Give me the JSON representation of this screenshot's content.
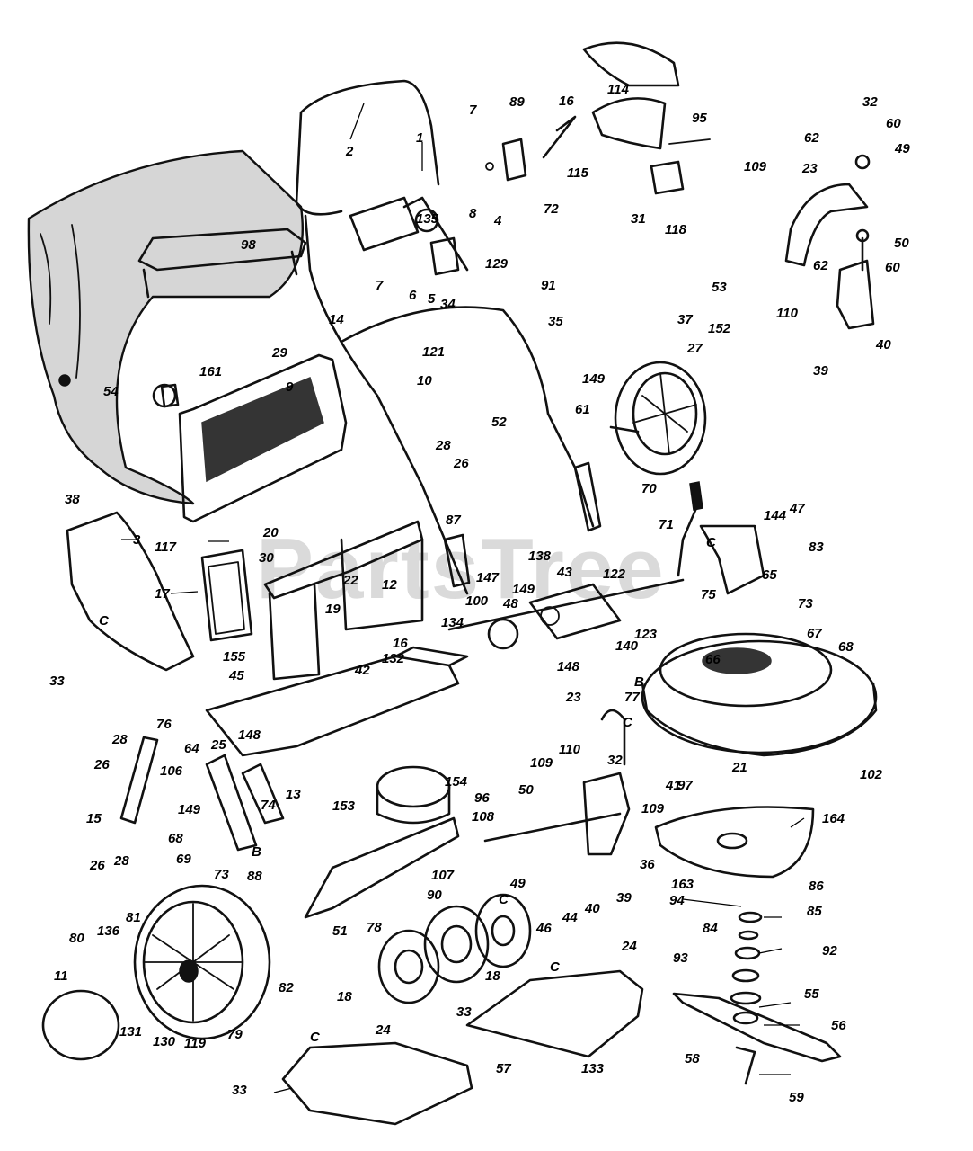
{
  "watermark": "PartsTree",
  "callouts": [
    {
      "id": "p1",
      "text": "1"
    },
    {
      "id": "p2",
      "text": "2"
    },
    {
      "id": "p3",
      "text": "3"
    },
    {
      "id": "p4",
      "text": "4"
    },
    {
      "id": "p5",
      "text": "5"
    },
    {
      "id": "p6",
      "text": "6"
    },
    {
      "id": "p7a",
      "text": "7"
    },
    {
      "id": "p7b",
      "text": "7"
    },
    {
      "id": "p8",
      "text": "8"
    },
    {
      "id": "p9",
      "text": "9"
    },
    {
      "id": "p10",
      "text": "10"
    },
    {
      "id": "p11",
      "text": "11"
    },
    {
      "id": "p12",
      "text": "12"
    },
    {
      "id": "p13",
      "text": "13"
    },
    {
      "id": "p14",
      "text": "14"
    },
    {
      "id": "p15",
      "text": "15"
    },
    {
      "id": "p16a",
      "text": "16"
    },
    {
      "id": "p16b",
      "text": "16"
    },
    {
      "id": "p17",
      "text": "17"
    },
    {
      "id": "p18a",
      "text": "18"
    },
    {
      "id": "p18b",
      "text": "18"
    },
    {
      "id": "p19",
      "text": "19"
    },
    {
      "id": "p20",
      "text": "20"
    },
    {
      "id": "p21",
      "text": "21"
    },
    {
      "id": "p22",
      "text": "22"
    },
    {
      "id": "p23a",
      "text": "23"
    },
    {
      "id": "p23b",
      "text": "23"
    },
    {
      "id": "p24a",
      "text": "24"
    },
    {
      "id": "p24b",
      "text": "24"
    },
    {
      "id": "p25",
      "text": "25"
    },
    {
      "id": "p26a",
      "text": "26"
    },
    {
      "id": "p26b",
      "text": "26"
    },
    {
      "id": "p26c",
      "text": "26"
    },
    {
      "id": "p27",
      "text": "27"
    },
    {
      "id": "p28a",
      "text": "28"
    },
    {
      "id": "p28b",
      "text": "28"
    },
    {
      "id": "p28c",
      "text": "28"
    },
    {
      "id": "p29",
      "text": "29"
    },
    {
      "id": "p30",
      "text": "30"
    },
    {
      "id": "p31",
      "text": "31"
    },
    {
      "id": "p32a",
      "text": "32"
    },
    {
      "id": "p32b",
      "text": "32"
    },
    {
      "id": "p33a",
      "text": "33"
    },
    {
      "id": "p33b",
      "text": "33"
    },
    {
      "id": "p33c",
      "text": "33"
    },
    {
      "id": "p34",
      "text": "34"
    },
    {
      "id": "p35",
      "text": "35"
    },
    {
      "id": "p36",
      "text": "36"
    },
    {
      "id": "p37",
      "text": "37"
    },
    {
      "id": "p38",
      "text": "38"
    },
    {
      "id": "p39a",
      "text": "39"
    },
    {
      "id": "p39b",
      "text": "39"
    },
    {
      "id": "p40a",
      "text": "40"
    },
    {
      "id": "p40b",
      "text": "40"
    },
    {
      "id": "p41",
      "text": "41"
    },
    {
      "id": "p42",
      "text": "42"
    },
    {
      "id": "p43",
      "text": "43"
    },
    {
      "id": "p44",
      "text": "44"
    },
    {
      "id": "p45",
      "text": "45"
    },
    {
      "id": "p46",
      "text": "46"
    },
    {
      "id": "p47",
      "text": "47"
    },
    {
      "id": "p48",
      "text": "48"
    },
    {
      "id": "p49a",
      "text": "49"
    },
    {
      "id": "p49b",
      "text": "49"
    },
    {
      "id": "p50a",
      "text": "50"
    },
    {
      "id": "p50b",
      "text": "50"
    },
    {
      "id": "p51",
      "text": "51"
    },
    {
      "id": "p52",
      "text": "52"
    },
    {
      "id": "p53",
      "text": "53"
    },
    {
      "id": "p54",
      "text": "54"
    },
    {
      "id": "p55",
      "text": "55"
    },
    {
      "id": "p56",
      "text": "56"
    },
    {
      "id": "p57",
      "text": "57"
    },
    {
      "id": "p58",
      "text": "58"
    },
    {
      "id": "p59",
      "text": "59"
    },
    {
      "id": "p60a",
      "text": "60"
    },
    {
      "id": "p60b",
      "text": "60"
    },
    {
      "id": "p61",
      "text": "61"
    },
    {
      "id": "p62a",
      "text": "62"
    },
    {
      "id": "p62b",
      "text": "62"
    },
    {
      "id": "p64",
      "text": "64"
    },
    {
      "id": "p65",
      "text": "65"
    },
    {
      "id": "p66",
      "text": "66"
    },
    {
      "id": "p67",
      "text": "67"
    },
    {
      "id": "p68a",
      "text": "68"
    },
    {
      "id": "p68b",
      "text": "68"
    },
    {
      "id": "p69",
      "text": "69"
    },
    {
      "id": "p70",
      "text": "70"
    },
    {
      "id": "p71",
      "text": "71"
    },
    {
      "id": "p72",
      "text": "72"
    },
    {
      "id": "p73a",
      "text": "73"
    },
    {
      "id": "p73b",
      "text": "73"
    },
    {
      "id": "p74",
      "text": "74"
    },
    {
      "id": "p75",
      "text": "75"
    },
    {
      "id": "p76",
      "text": "76"
    },
    {
      "id": "p77",
      "text": "77"
    },
    {
      "id": "p78",
      "text": "78"
    },
    {
      "id": "p79",
      "text": "79"
    },
    {
      "id": "p80",
      "text": "80"
    },
    {
      "id": "p81",
      "text": "81"
    },
    {
      "id": "p82",
      "text": "82"
    },
    {
      "id": "p83",
      "text": "83"
    },
    {
      "id": "p84",
      "text": "84"
    },
    {
      "id": "p85",
      "text": "85"
    },
    {
      "id": "p86",
      "text": "86"
    },
    {
      "id": "p87",
      "text": "87"
    },
    {
      "id": "p88",
      "text": "88"
    },
    {
      "id": "p89",
      "text": "89"
    },
    {
      "id": "p90",
      "text": "90"
    },
    {
      "id": "p91",
      "text": "91"
    },
    {
      "id": "p92",
      "text": "92"
    },
    {
      "id": "p93",
      "text": "93"
    },
    {
      "id": "p94",
      "text": "94"
    },
    {
      "id": "p95",
      "text": "95"
    },
    {
      "id": "p96",
      "text": "96"
    },
    {
      "id": "p97",
      "text": "97"
    },
    {
      "id": "p98",
      "text": "98"
    },
    {
      "id": "p100",
      "text": "100"
    },
    {
      "id": "p102",
      "text": "102"
    },
    {
      "id": "p106",
      "text": "106"
    },
    {
      "id": "p107",
      "text": "107"
    },
    {
      "id": "p108",
      "text": "108"
    },
    {
      "id": "p109a",
      "text": "109"
    },
    {
      "id": "p109b",
      "text": "109"
    },
    {
      "id": "p109c",
      "text": "109"
    },
    {
      "id": "p110a",
      "text": "110"
    },
    {
      "id": "p110b",
      "text": "110"
    },
    {
      "id": "p114",
      "text": "114"
    },
    {
      "id": "p115",
      "text": "115"
    },
    {
      "id": "p117",
      "text": "117"
    },
    {
      "id": "p118",
      "text": "118"
    },
    {
      "id": "p119",
      "text": "119"
    },
    {
      "id": "p121",
      "text": "121"
    },
    {
      "id": "p122",
      "text": "122"
    },
    {
      "id": "p123",
      "text": "123"
    },
    {
      "id": "p129",
      "text": "129"
    },
    {
      "id": "p130",
      "text": "130"
    },
    {
      "id": "p131",
      "text": "131"
    },
    {
      "id": "p132",
      "text": "132"
    },
    {
      "id": "p133",
      "text": "133"
    },
    {
      "id": "p134",
      "text": "134"
    },
    {
      "id": "p135",
      "text": "135"
    },
    {
      "id": "p136",
      "text": "136"
    },
    {
      "id": "p138",
      "text": "138"
    },
    {
      "id": "p140",
      "text": "140"
    },
    {
      "id": "p144",
      "text": "144"
    },
    {
      "id": "p147",
      "text": "147"
    },
    {
      "id": "p148a",
      "text": "148"
    },
    {
      "id": "p148b",
      "text": "148"
    },
    {
      "id": "p149a",
      "text": "149"
    },
    {
      "id": "p149b",
      "text": "149"
    },
    {
      "id": "p149c",
      "text": "149"
    },
    {
      "id": "p152",
      "text": "152"
    },
    {
      "id": "p153",
      "text": "153"
    },
    {
      "id": "p154",
      "text": "154"
    },
    {
      "id": "p155",
      "text": "155"
    },
    {
      "id": "p161",
      "text": "161"
    },
    {
      "id": "p163",
      "text": "163"
    },
    {
      "id": "p164",
      "text": "164"
    },
    {
      "id": "lc1",
      "text": "C"
    },
    {
      "id": "lc2",
      "text": "C"
    },
    {
      "id": "lc3",
      "text": "C"
    },
    {
      "id": "lc4",
      "text": "C"
    },
    {
      "id": "lc5",
      "text": "C"
    },
    {
      "id": "lc6",
      "text": "C"
    },
    {
      "id": "lb1",
      "text": "B"
    },
    {
      "id": "lb2",
      "text": "B"
    }
  ]
}
